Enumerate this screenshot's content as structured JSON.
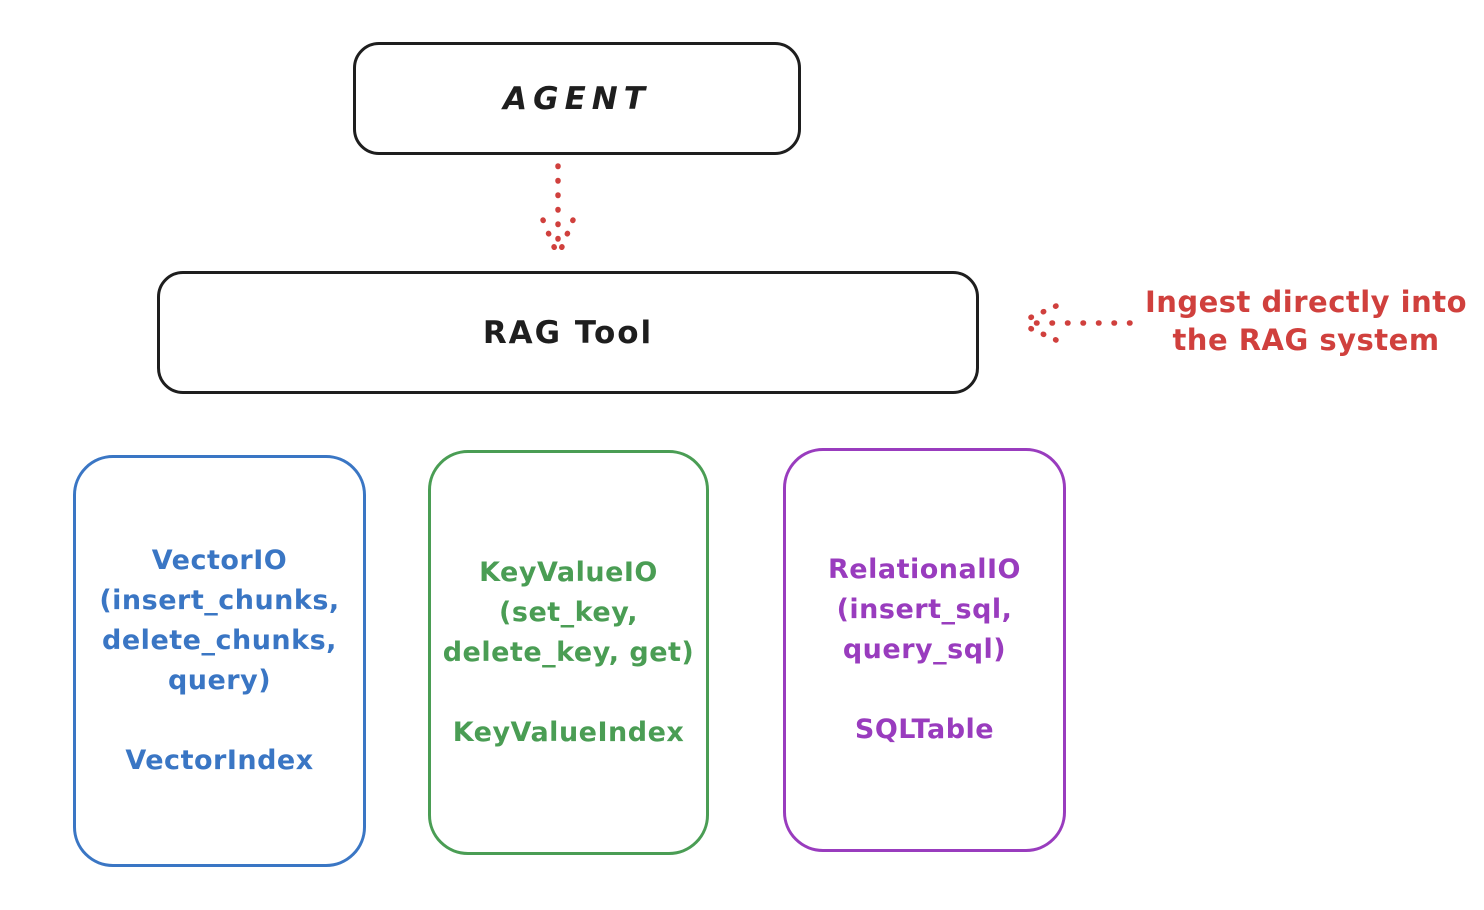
{
  "diagram": {
    "title_hint": "RAG Tool architecture sketch",
    "colors": {
      "stroke_black": "#1e1e1e",
      "accent_red": "#d0403d",
      "vector_blue": "#3a76c4",
      "keyvalue_green": "#4a9d54",
      "relational_purple": "#993cbe",
      "background": "#ffffff"
    },
    "agent_box": {
      "label": "AGENT"
    },
    "rag_tool_box": {
      "label": "RAG Tool"
    },
    "annotation": {
      "line1": "Ingest directly into",
      "line2": "the RAG system",
      "color": "#d0403d"
    },
    "arrows": [
      {
        "name": "agent-to-rag-dotted-arrow",
        "direction": "down",
        "color": "#d0403d"
      },
      {
        "name": "annotation-to-rag-dotted-arrow",
        "direction": "left",
        "color": "#d0403d"
      }
    ],
    "io_boxes": [
      {
        "id": "vector-io",
        "color": "#3a76c4",
        "lines": [
          "VectorIO",
          "(insert_chunks,",
          "delete_chunks,",
          "query)"
        ],
        "index_label": "VectorIndex"
      },
      {
        "id": "keyvalue-io",
        "color": "#4a9d54",
        "lines": [
          "KeyValueIO",
          "(set_key,",
          "delete_key, get)"
        ],
        "index_label": "KeyValueIndex"
      },
      {
        "id": "relational-io",
        "color": "#993cbe",
        "lines": [
          "RelationalIO",
          "(insert_sql,",
          "query_sql)"
        ],
        "index_label": "SQLTable"
      }
    ]
  }
}
